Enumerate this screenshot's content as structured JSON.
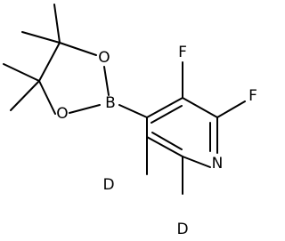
{
  "molecule": {
    "atoms": {
      "o_upper": "O",
      "o_lower": "O",
      "boron": "B",
      "fluorine_3": "F",
      "fluorine_2": "F",
      "nitrogen": "N",
      "deuterium_5": "D",
      "deuterium_6": "D"
    }
  },
  "colors": {
    "bonds": "#000000",
    "labels": "#000000",
    "background": "#ffffff"
  }
}
